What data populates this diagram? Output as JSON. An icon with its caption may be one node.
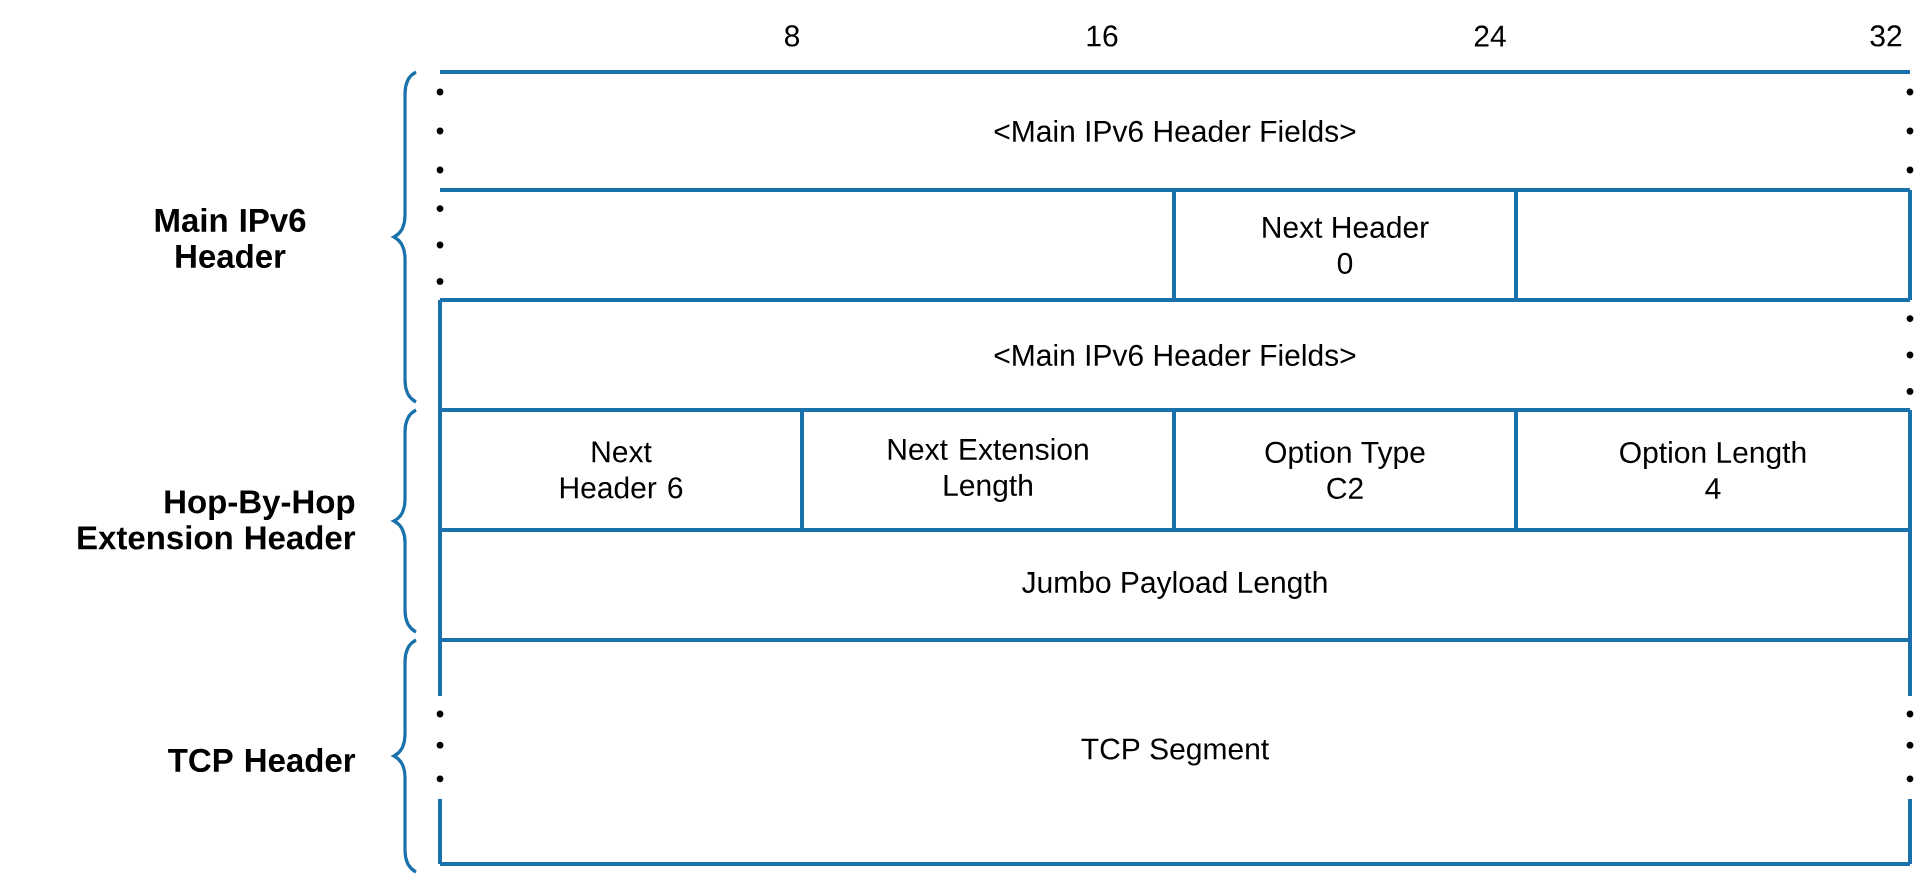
{
  "diagram": {
    "nodes": [
      {
        "text": [
          "<Main IPv6 Header Fields>"
        ]
      },
      {
        "text": [],
        "shape": "box"
      },
      {
        "text": [
          "Next Header",
          "0"
        ]
      },
      {
        "text": [],
        "shape": "box"
      },
      {
        "text": [
          "<Main IPv6 Header Fields>"
        ]
      },
      {
        "text": [
          "Next Header 6"
        ]
      },
      {
        "text": [
          "Next Extension Length"
        ]
      },
      {
        "text": [
          "Option Type",
          "C2"
        ]
      },
      {
        "text": [
          "Option Length",
          "4"
        ]
      },
      {
        "text": [
          "Jumbo Payload Length"
        ]
      },
      {
        "text": [
          "TCP Segment"
        ]
      }
    ],
    "labels": [
      "8",
      "16",
      "24",
      "32",
      "Main IPv6 Header",
      "Hop-By-Hop Extension Header",
      "TCP Header"
    ]
  }
}
